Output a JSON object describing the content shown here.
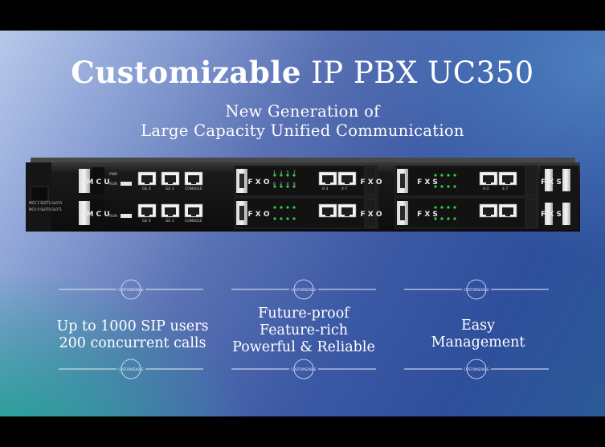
{
  "title": {
    "bold": "Customizable",
    "rest": "IP PBX UC350"
  },
  "subtitle": {
    "line1": "New Generation of",
    "line2": "Large Capacity Unified Communication"
  },
  "device": {
    "mcu_label": "M C U",
    "fxo_label": "F X O",
    "fxs_label": "F X S",
    "port_ge0": "GE 0",
    "port_ge1": "GE 1",
    "port_console": "CONSOLE",
    "port_0_3": "0-3",
    "port_4_7": "4-7",
    "led_top": "1 3 5 7",
    "led_bottom": "0 2 4 6",
    "led_run": "RUN",
    "led_pwr": "PWR",
    "slot_row1": "MCU 1 SLOT2 SLOT3",
    "slot_row2": "MCU 0 SLOT0 SLOT1"
  },
  "features": [
    {
      "line1": "Up to 1000 SIP users",
      "line2": "200 concurrent calls"
    },
    {
      "line1": "Future-proof",
      "line2": "Feature-rich",
      "line3": "Powerful & Reliable"
    },
    {
      "line1": "Easy",
      "line2": "Management"
    }
  ],
  "ornament_text": "CUSTOMIZABLE"
}
